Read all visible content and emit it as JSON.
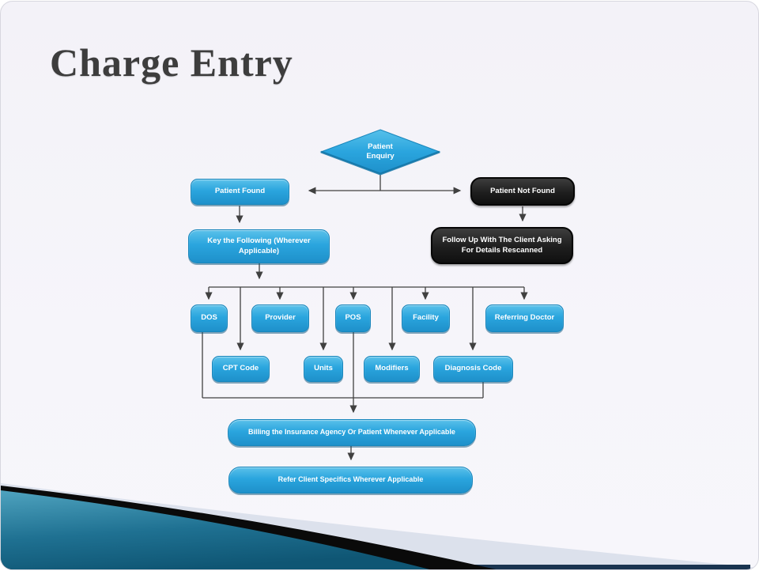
{
  "slide": {
    "title": "Charge Entry"
  },
  "flowchart": {
    "nodes": {
      "patient_enquiry": "Patient Enquiry",
      "patient_found": "Patient Found",
      "patient_not_found": "Patient Not Found",
      "key_following": "Key the Following (Wherever Applicable)",
      "follow_up": "Follow Up With The Client Asking For Details Rescanned",
      "dos": "DOS",
      "provider": "Provider",
      "pos": "POS",
      "facility": "Facility",
      "referring_doctor": "Referring Doctor",
      "cpt_code": "CPT Code",
      "units": "Units",
      "modifiers": "Modifiers",
      "diagnosis_code": "Diagnosis Code",
      "billing": "Billing the Insurance Agency Or Patient Whenever Applicable",
      "refer": "Refer Client Specifics Wherever Applicable"
    },
    "colors": {
      "node_blue": "#29a4dd",
      "node_blue_border": "#1886bc",
      "node_black": "#1e1e1e",
      "connector": "#404040",
      "title_text": "#3d3d3d",
      "slide_background": "#f4f3f8"
    }
  },
  "decoration": {
    "swoosh_teal": "#2b83a3",
    "swoosh_black": "#0a0a0a",
    "swoosh_light_band": "#dce1ec",
    "bottom_bar_navy": "#1a3450"
  }
}
